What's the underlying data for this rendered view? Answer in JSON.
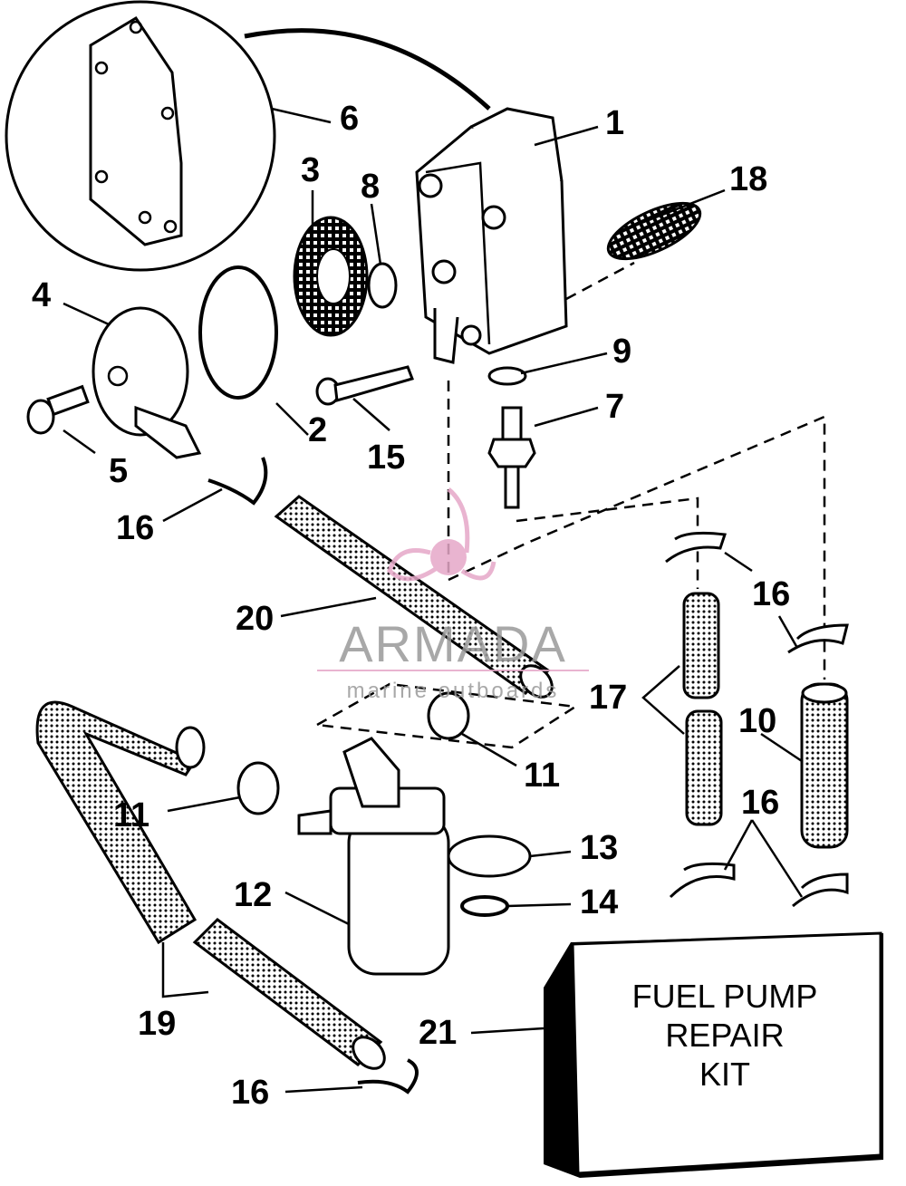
{
  "callouts": {
    "c1": "1",
    "c2": "2",
    "c3": "3",
    "c4": "4",
    "c5": "5",
    "c6": "6",
    "c7": "7",
    "c8": "8",
    "c9": "9",
    "c10": "10",
    "c11a": "11",
    "c11b": "11",
    "c12": "12",
    "c13": "13",
    "c14": "14",
    "c15": "15",
    "c16a": "16",
    "c16b": "16",
    "c16c": "16",
    "c16d": "16",
    "c17": "17",
    "c18": "18",
    "c19": "19",
    "c20": "20",
    "c21": "21"
  },
  "kit": {
    "line1": "FUEL PUMP",
    "line2": "REPAIR",
    "line3": "KIT"
  },
  "watermark": {
    "brand": "ARMADA",
    "tagline": "marine outboards",
    "accent": "#e6a8c8"
  }
}
